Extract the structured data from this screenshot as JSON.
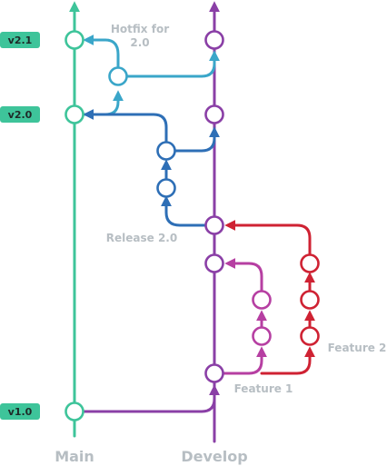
{
  "colors": {
    "main": "#3ec49a",
    "develop": "#8a3fa6",
    "hotfix": "#3aa6c9",
    "release": "#2e6fb6",
    "feature1": "#b63fa2",
    "feature2": "#cf2233",
    "label_gray": "#b7bec3",
    "tag_bg": "#3ec49a"
  },
  "tags": {
    "v21": "v2.1",
    "v20": "v2.0",
    "v10": "v1.0"
  },
  "branch_labels": {
    "hotfix_line1": "Hotfix for",
    "hotfix_line2": "2.0",
    "release": "Release 2.0",
    "feature1": "Feature 1",
    "feature2": "Feature 2",
    "main": "Main",
    "develop": "Develop"
  }
}
